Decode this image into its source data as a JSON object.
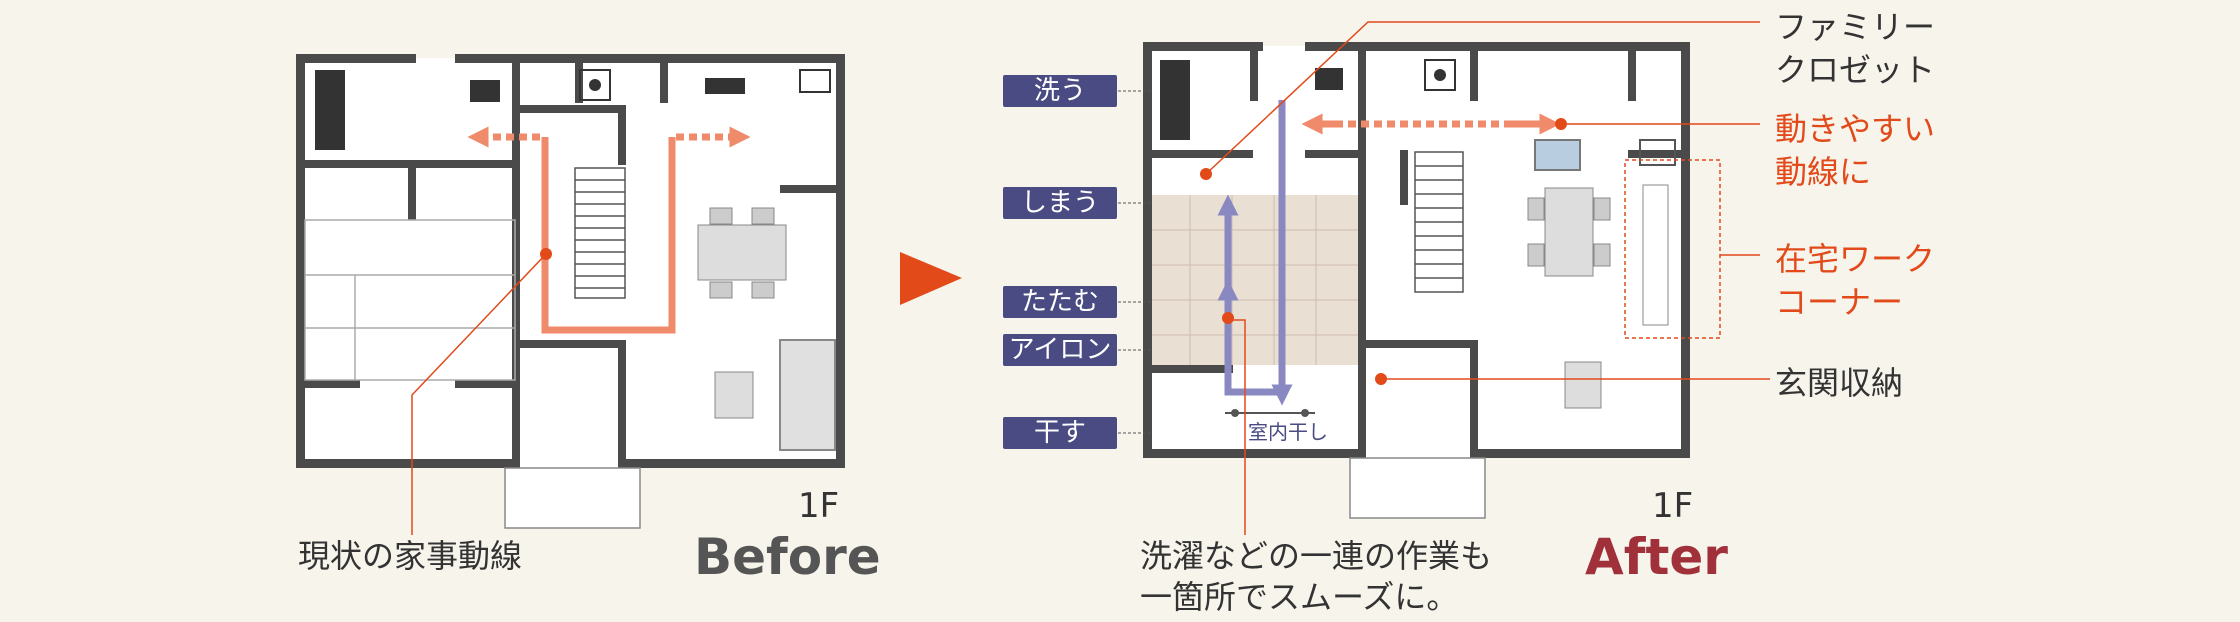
{
  "before": {
    "floor": "1F",
    "label": "Before",
    "callout": "現状の家事動線"
  },
  "after": {
    "floor": "1F",
    "label": "After",
    "callouts": {
      "closet": [
        "ファミリー",
        "クロゼット"
      ],
      "flow": [
        "動きやすい",
        "動線に"
      ],
      "work": [
        "在宅ワーク",
        "コーナー"
      ],
      "entrance": "玄関収納"
    },
    "steps": [
      "洗う",
      "しまう",
      "たたむ",
      "アイロン",
      "干す"
    ],
    "indoor_dry": "室内干し",
    "note": [
      "洗濯などの一連の作業も",
      "一箇所でスムーズに。"
    ]
  },
  "colors": {
    "wall": "#4a4a4a",
    "flow_orange": "#ef8a6a",
    "flow_purple": "#8a88c0",
    "accent_red": "#e24a1a",
    "tag_bg": "#4a4b82",
    "after_text": "#a0303a",
    "arrow": "#e24a1a"
  }
}
